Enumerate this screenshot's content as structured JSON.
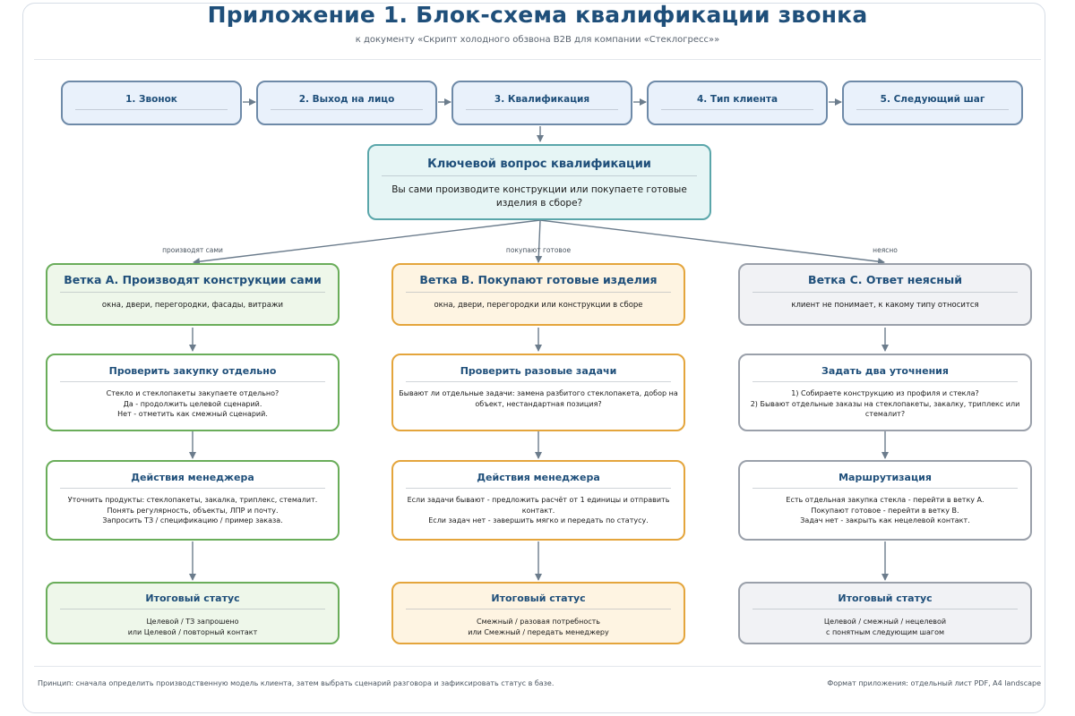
{
  "header": {
    "title": "Приложение 1. Блок-схема квалификации звонка",
    "subtitle": "к документу «Скрипт холодного обзвона B2B для компании «Стеклогресс»»"
  },
  "steps": [
    {
      "label": "1. Звонок"
    },
    {
      "label": "2. Выход на лицо"
    },
    {
      "label": "3. Квалификация"
    },
    {
      "label": "4. Тип клиента"
    },
    {
      "label": "5. Следующий шаг"
    }
  ],
  "key_question": {
    "title": "Ключевой вопрос квалификации",
    "text": "Вы сами производите конструкции или покупаете готовые изделия в сборе?"
  },
  "branch_labels": {
    "a": "производят сами",
    "b": "покупают готовое",
    "c": "неясно"
  },
  "branches": {
    "a": {
      "head_title": "Ветка А. Производят конструкции сами",
      "head_text": "окна, двери, перегородки, фасады, витражи",
      "check_title": "Проверить закупку отдельно",
      "check_text": "Стекло и стеклопакеты закупаете отдельно?\nДа - продолжить целевой сценарий.\nНет - отметить как смежный сценарий.",
      "actions_title": "Действия менеджера",
      "actions_text": "Уточнить продукты: стеклопакеты, закалка, триплекс, стемалит.\nПонять регулярность, объекты, ЛПР и почту.\nЗапросить ТЗ / спецификацию / пример заказа.",
      "status_title": "Итоговый статус",
      "status_text": "Целевой / ТЗ запрошено\nили Целевой / повторный контакт"
    },
    "b": {
      "head_title": "Ветка B. Покупают готовые изделия",
      "head_text": "окна, двери, перегородки или конструкции в сборе",
      "check_title": "Проверить разовые задачи",
      "check_text": "Бывают ли отдельные задачи: замена разбитого стеклопакета, добор на объект, нестандартная позиция?",
      "actions_title": "Действия менеджера",
      "actions_text": "Если задачи бывают - предложить расчёт от 1 единицы и отправить контакт.\nЕсли задач нет - завершить мягко и передать по статусу.",
      "status_title": "Итоговый статус",
      "status_text": "Смежный / разовая потребность\nили Смежный / передать менеджеру"
    },
    "c": {
      "head_title": "Ветка С. Ответ неясный",
      "head_text": "клиент не понимает, к какому типу относится",
      "check_title": "Задать два уточнения",
      "check_text": "1) Собираете конструкцию из профиля и стекла?\n2) Бывают отдельные заказы на стеклопакеты, закалку, триплекс или стемалит?",
      "actions_title": "Маршрутизация",
      "actions_text": "Есть отдельная закупка стекла - перейти в ветку А.\nПокупают готовое - перейти в ветку В.\nЗадач нет - закрыть как нецелевой контакт.",
      "status_title": "Итоговый статус",
      "status_text": "Целевой / смежный / нецелевой\nс понятным следующим шагом"
    }
  },
  "footer": {
    "left": "Принцип: сначала определить производственную модель клиента, затем выбрать сценарий разговора и зафиксировать статус в базе.",
    "right": "Формат приложения: отдельный лист PDF, A4 landscape"
  },
  "colors": {
    "title": "#1f4f7a",
    "step_border": "#6e8aa8",
    "key_border": "#5aa6aa",
    "branch_a": "#6aad5a",
    "branch_b": "#e4a53c",
    "branch_c": "#9aa0aa",
    "arrow": "#6b7c8c"
  }
}
